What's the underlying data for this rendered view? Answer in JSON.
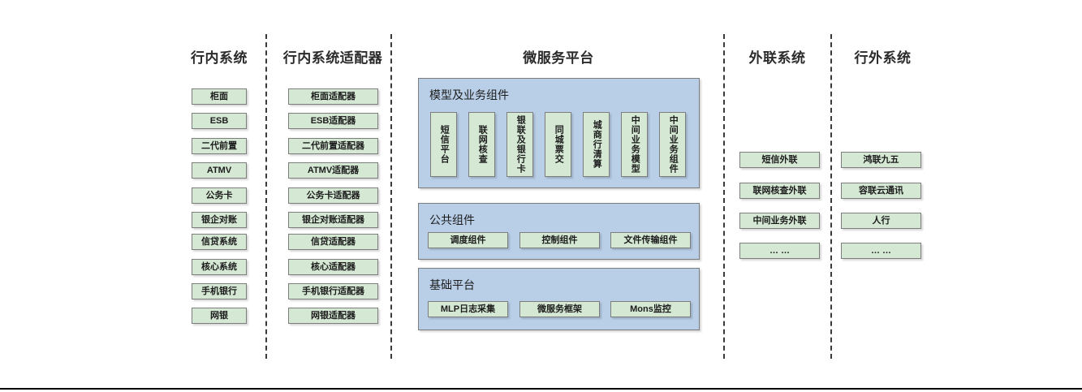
{
  "diagram": {
    "title_microservice_platform": "微服务平台",
    "columns": [
      {
        "id": "in-bank-systems",
        "title": "行内系统",
        "items": [
          "柜面",
          "ESB",
          "二代前置",
          "ATMV",
          "公务卡",
          "银企对账",
          "信贷系统",
          "核心系统",
          "手机银行",
          "网银"
        ]
      },
      {
        "id": "in-bank-adapters",
        "title": "行内系统适配器",
        "items": [
          "柜面适配器",
          "ESB适配器",
          "二代前置适配器",
          "ATMV适配器",
          "公务卡适配器",
          "银企对账适配器",
          "信贷适配器",
          "核心适配器",
          "手机银行适配器",
          "网银适配器"
        ]
      },
      {
        "id": "external-link-systems",
        "title": "外联系统",
        "items": [
          "短信外联",
          "联网核查外联",
          "中间业务外联",
          "… …"
        ]
      },
      {
        "id": "out-bank-systems",
        "title": "行外系统",
        "items": [
          "鸿联九五",
          "容联云通讯",
          "人行",
          "… …"
        ]
      }
    ],
    "platform": {
      "panels": [
        {
          "id": "model-and-business-components",
          "label": "模型及业务组件",
          "orientation": "vertical",
          "items": [
            "短信平台",
            "联网核查",
            "银联及银行卡",
            "同城票交",
            "城商行清算",
            "中间业务模型",
            "中间业务组件"
          ]
        },
        {
          "id": "public-components",
          "label": "公共组件",
          "orientation": "horizontal",
          "items": [
            "调度组件",
            "控制组件",
            "文件传输组件"
          ]
        },
        {
          "id": "base-platform",
          "label": "基础平台",
          "orientation": "horizontal",
          "items": [
            "MLP日志采集",
            "微服务框架",
            "Mons监控"
          ]
        }
      ]
    },
    "colors": {
      "node_fill": "#d5e8d4",
      "node_border": "#7d7d7d",
      "panel_fill": "#b9cfe8",
      "panel_border": "#7d7d7d",
      "divider": "#3a3a3a",
      "text": "#1c1c1c"
    }
  }
}
